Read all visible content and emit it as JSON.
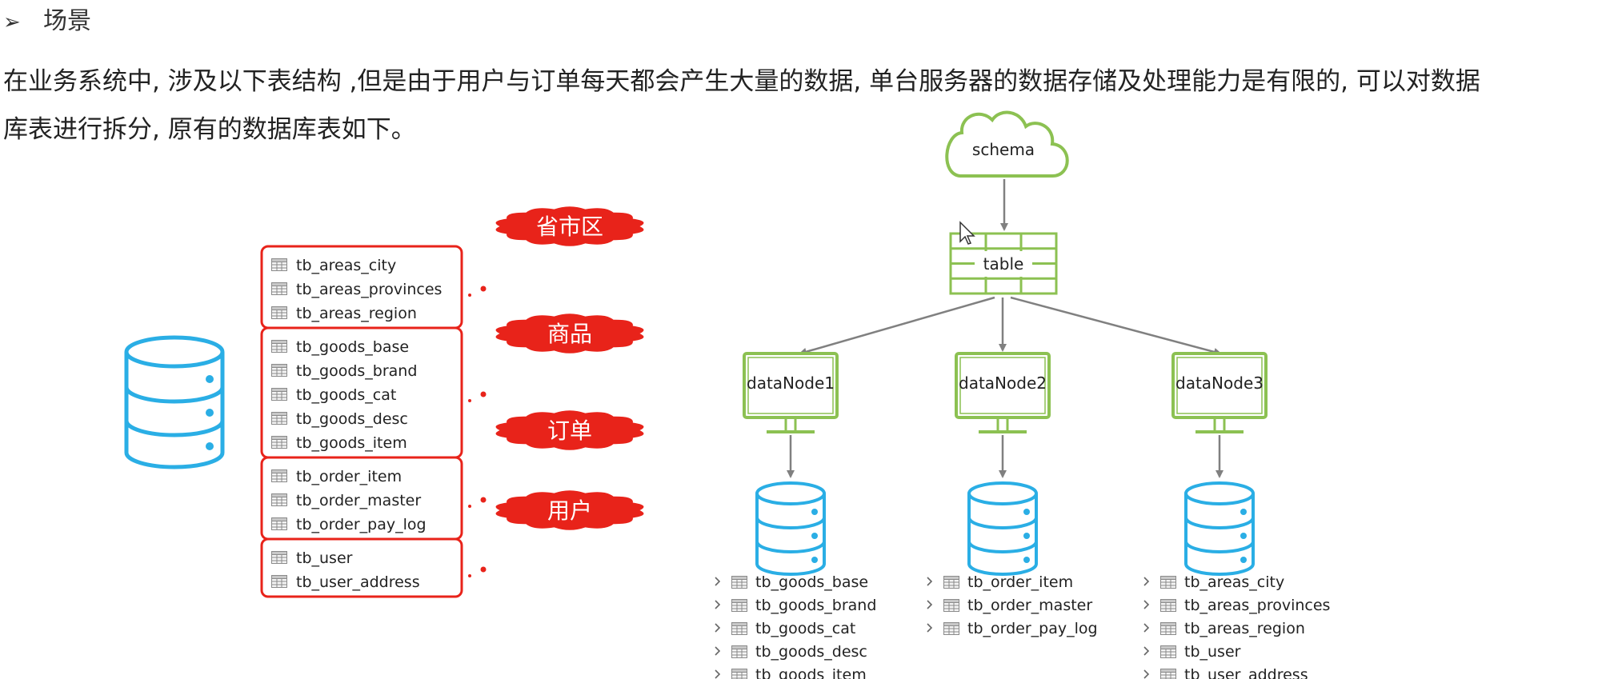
{
  "heading": {
    "bullet": "➢",
    "text": "场景"
  },
  "paragraph": {
    "line1": "在业务系统中, 涉及以下表结构 ,但是由于用户与订单每天都会产生大量的数据, 单台服务器的数据存储及处理能力是有限的, 可以对数据",
    "line2": "库表进行拆分, 原有的数据库表如下。"
  },
  "groups": [
    {
      "label": "省市区",
      "tables": [
        "tb_areas_city",
        "tb_areas_provinces",
        "tb_areas_region"
      ]
    },
    {
      "label": "商品",
      "tables": [
        "tb_goods_base",
        "tb_goods_brand",
        "tb_goods_cat",
        "tb_goods_desc",
        "tb_goods_item"
      ]
    },
    {
      "label": "订单",
      "tables": [
        "tb_order_item",
        "tb_order_master",
        "tb_order_pay_log"
      ]
    },
    {
      "label": "用户",
      "tables": [
        "tb_user",
        "tb_user_address"
      ]
    }
  ],
  "diagram": {
    "schema": "schema",
    "table": "table",
    "nodes": [
      {
        "name": "dataNode1",
        "tables": [
          "tb_goods_base",
          "tb_goods_brand",
          "tb_goods_cat",
          "tb_goods_desc",
          "tb_goods_item"
        ]
      },
      {
        "name": "dataNode2",
        "tables": [
          "tb_order_item",
          "tb_order_master",
          "tb_order_pay_log"
        ]
      },
      {
        "name": "dataNode3",
        "tables": [
          "tb_areas_city",
          "tb_areas_provinces",
          "tb_areas_region",
          "tb_user",
          "tb_user_address"
        ]
      }
    ]
  },
  "colors": {
    "red": "#e8231a",
    "blue": "#2aaee5",
    "green": "#8cc152",
    "arrow": "#808080",
    "table_icon": "#8a8a8a"
  }
}
